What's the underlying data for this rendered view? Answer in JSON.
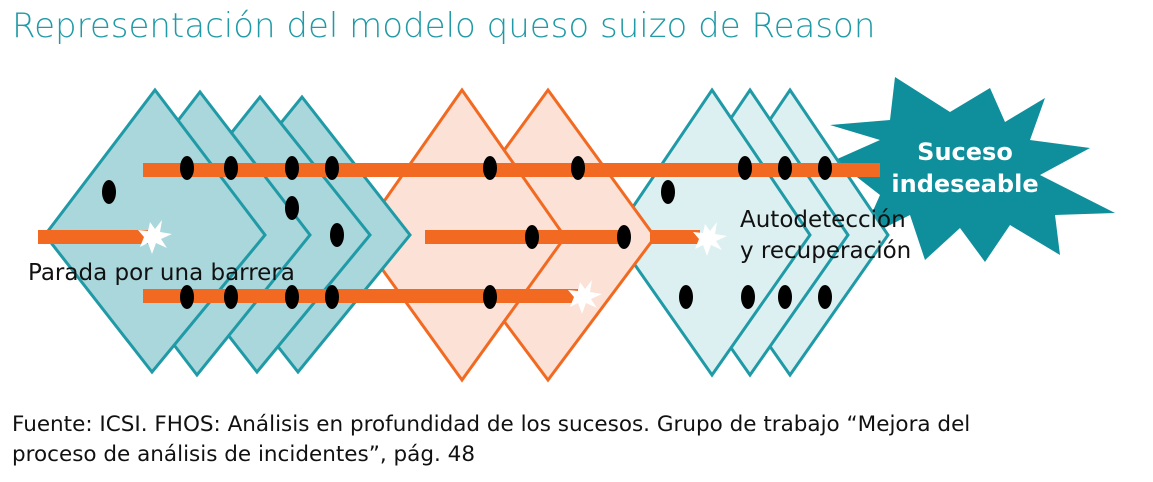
{
  "title": "Representación del modelo queso suizo de Reason",
  "labels": {
    "stopped": "Parada por una barrera",
    "self_detection_line1": "Autodetección",
    "self_detection_line2": "y recuperación",
    "event_line1": "Suceso",
    "event_line2": "indeseable"
  },
  "footer": {
    "line1": "Fuente: ICSI. FHOS: Análisis en profundidad de los sucesos. Grupo de trabajo “Mejora del",
    "line2": "proceso de análisis de incidentes”, pág. 48"
  },
  "colors": {
    "teal": "#1f9aa6",
    "teal_fill": "#a9d7db",
    "light_teal_fill": "#dcf0f1",
    "orange": "#f26a21",
    "orange_fill": "#fbe1d6",
    "event": "#0f8f9c"
  }
}
